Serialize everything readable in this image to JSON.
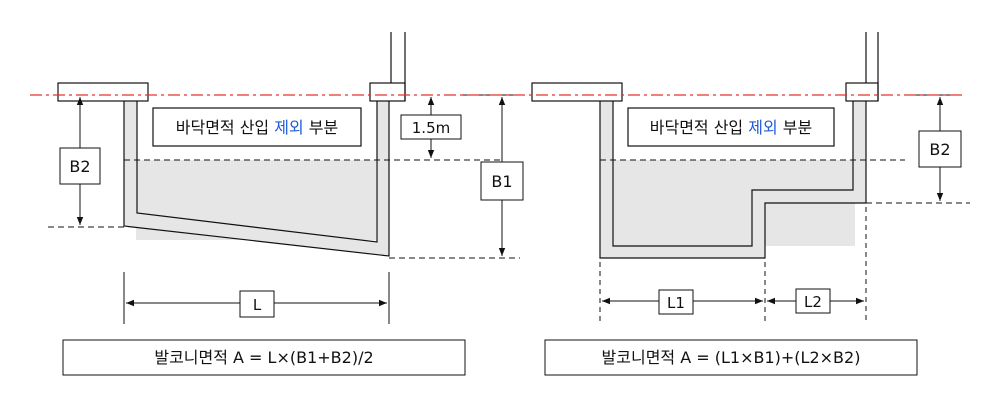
{
  "left": {
    "excluded_text_a": "바닥면적 산입 ",
    "excluded_text_b": "제외",
    "excluded_text_c": " 부분",
    "dim_b2": "B2",
    "dim_15m": "1.5m",
    "dim_b1": "B1",
    "dim_l": "L",
    "formula": "발코니면적 A = L×(B1+B2)/2"
  },
  "right": {
    "excluded_text_a": "바닥면적 산입 ",
    "excluded_text_b": "제외",
    "excluded_text_c": " 부분",
    "dim_b2": "B2",
    "dim_l1": "L1",
    "dim_l2": "L2",
    "formula": "발코니면적 A = (L1×B1)+(L2×B2)"
  },
  "colors": {
    "slab_fill": "#e6e6e6",
    "red_dash": "#e8332a",
    "highlight_blue": "#1f5bd8",
    "line": "#111111"
  }
}
